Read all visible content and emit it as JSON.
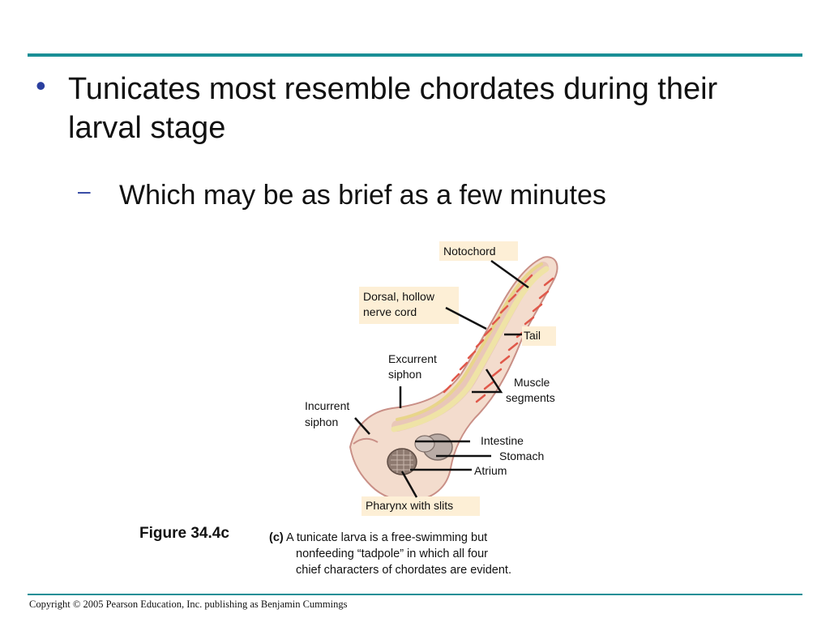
{
  "slide": {
    "bullet": "Tunicates most resemble chordates during their larval stage",
    "sub_bullet": "Which may be as brief as a few minutes",
    "bullet_marker": "•",
    "sub_marker": "–",
    "accent_color": "#1a8f96",
    "marker_color": "#2a3f9f"
  },
  "diagram": {
    "labels": {
      "notochord": "Notochord",
      "dorsal_line1": "Dorsal, hollow",
      "dorsal_line2": "nerve cord",
      "tail": "Tail",
      "excurrent_line1": "Excurrent",
      "excurrent_line2": "siphon",
      "muscle_line1": "Muscle",
      "muscle_line2": "segments",
      "incurrent_line1": "Incurrent",
      "incurrent_line2": "siphon",
      "intestine": "Intestine",
      "stomach": "Stomach",
      "atrium": "Atrium",
      "pharynx": "Pharynx with slits"
    }
  },
  "figure": {
    "title": "Figure 34.4c",
    "caption_lead": "(c)",
    "caption_line1": "A tunicate larva is a free-swimming but",
    "caption_line2": "nonfeeding “tadpole” in which all four",
    "caption_line3": "chief characters of chordates are evident."
  },
  "footer": {
    "copyright": "Copyright © 2005 Pearson Education, Inc. publishing as Benjamin Cummings"
  }
}
